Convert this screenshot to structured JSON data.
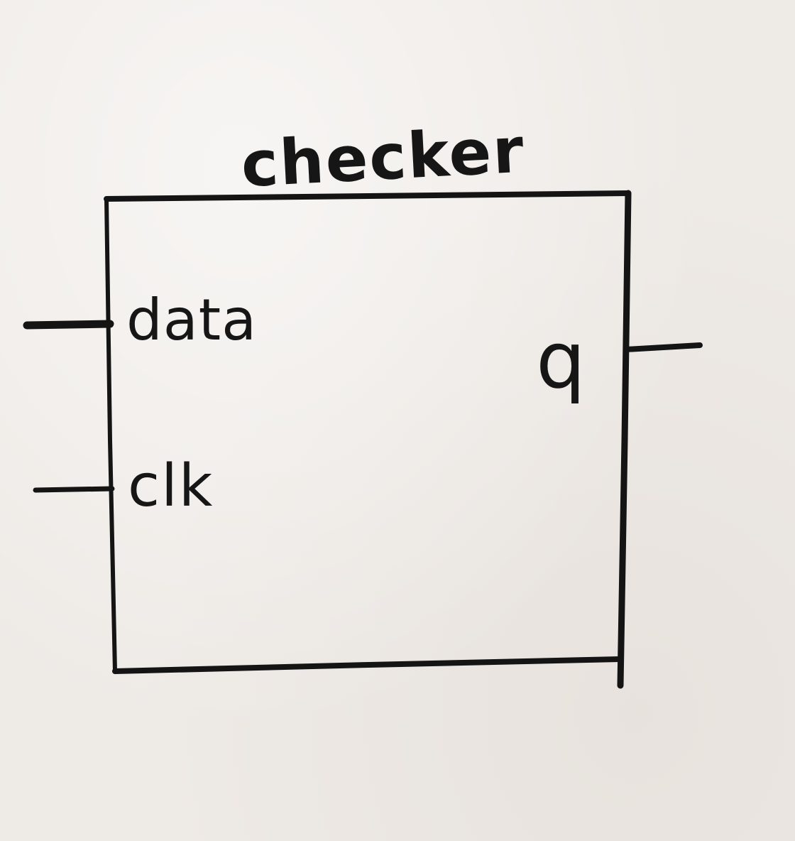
{
  "diagram": {
    "module_name": "checker",
    "inputs": [
      {
        "label": "data"
      },
      {
        "label": "clk"
      }
    ],
    "outputs": [
      {
        "label": "q"
      }
    ]
  }
}
